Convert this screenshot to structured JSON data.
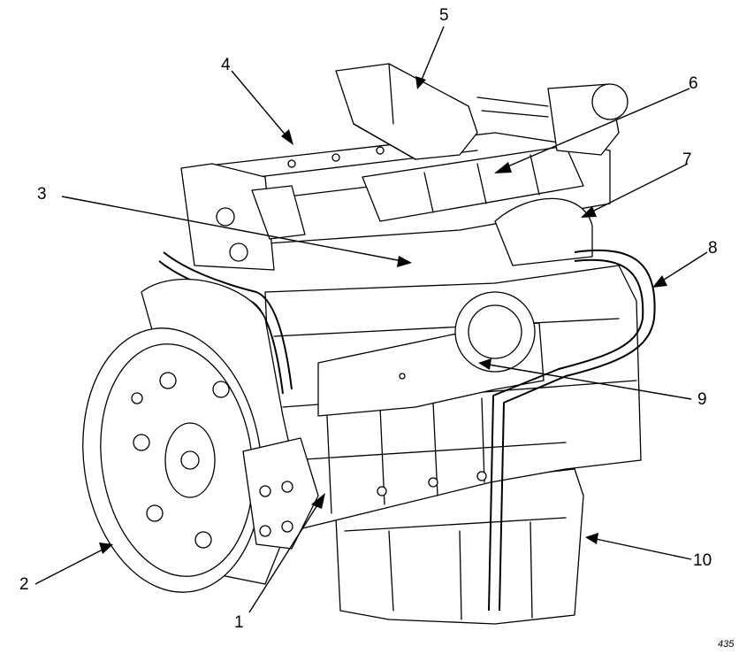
{
  "callouts": [
    {
      "id": "1",
      "text": "1"
    },
    {
      "id": "2",
      "text": "2"
    },
    {
      "id": "3",
      "text": "3"
    },
    {
      "id": "4",
      "text": "4"
    },
    {
      "id": "5",
      "text": "5"
    },
    {
      "id": "6",
      "text": "6"
    },
    {
      "id": "7",
      "text": "7"
    },
    {
      "id": "8",
      "text": "8"
    },
    {
      "id": "9",
      "text": "9"
    },
    {
      "id": "10",
      "text": "10"
    }
  ],
  "figure_id": "435"
}
